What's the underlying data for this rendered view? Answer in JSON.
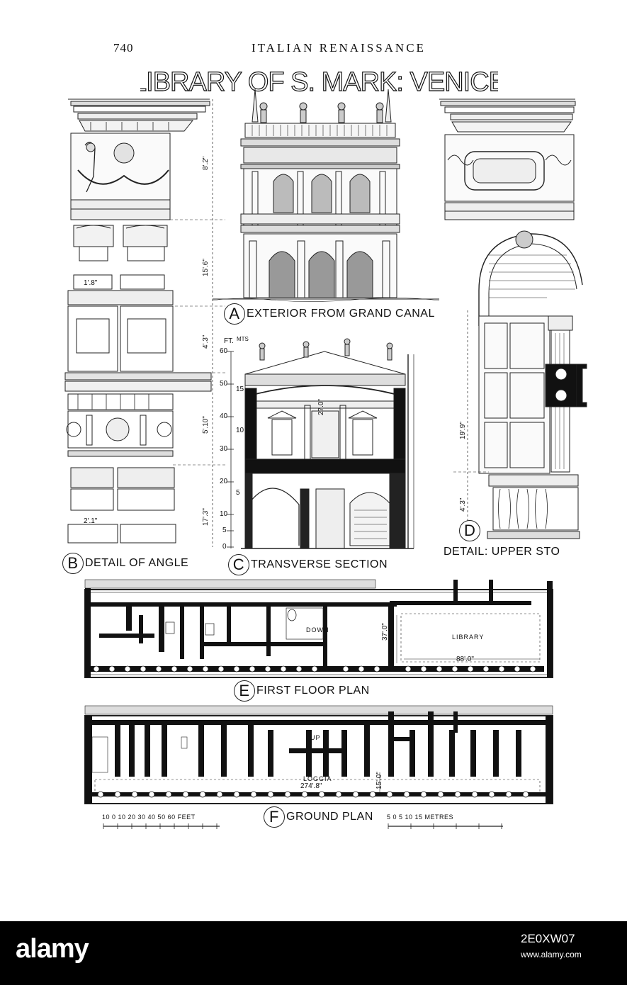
{
  "page": {
    "number": "740",
    "running_head": "ITALIAN RENAISSANCE",
    "title": "LIBRARY OF S. MARK: VENICE"
  },
  "panels": {
    "A": {
      "letter": "A",
      "caption": "EXTERIOR FROM GRAND CANAL"
    },
    "B": {
      "letter": "B",
      "caption": "DETAIL OF ANGLE"
    },
    "C": {
      "letter": "C",
      "caption": "TRANSVERSE SECTION"
    },
    "D": {
      "letter": "D",
      "caption": "DETAIL: UPPER STO"
    },
    "E": {
      "letter": "E",
      "caption": "FIRST FLOOR PLAN"
    },
    "F": {
      "letter": "F",
      "caption": "GROUND PLAN"
    }
  },
  "dimensions": {
    "b_frieze": "8'.2\"",
    "b_upper": "15'.6\"",
    "b_cornice": "4'.3\"",
    "b_entab": "5'.10\"",
    "b_lower": "17'.3\"",
    "b_pedestal": "1'.8\"",
    "b_base": "2'.1\"",
    "c_span": "27.0\"",
    "d_height": "19'.9\"",
    "d_sill": "4'.3\"",
    "e_width": "37'.0\"",
    "e_length": "88'.0\"",
    "f_length": "274'.8\"",
    "f_depth": "15'.0\""
  },
  "section_scale": {
    "feet_label": "FT.",
    "metres_label": "MTS",
    "feet_ticks": [
      "60",
      "50",
      "40",
      "30",
      "20",
      "10",
      "5",
      "0"
    ],
    "metre_ticks": [
      "15",
      "10",
      "5"
    ]
  },
  "plan_labels": {
    "library": "LIBRARY",
    "down": "DOWN",
    "up": "UP",
    "loggia": "LOGGIA"
  },
  "scales": {
    "feet": "10  0  10  20  30  40  50  60 FEET",
    "metres": "5  0  5  10  15 METRES"
  },
  "banner": {
    "logo": "alamy",
    "image_id": "2E0XW07",
    "url": "www.alamy.com"
  }
}
